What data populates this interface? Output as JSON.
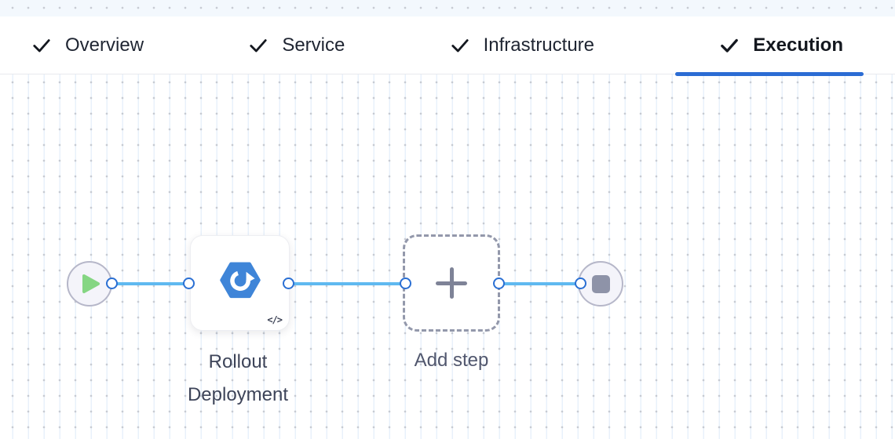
{
  "tabs": {
    "items": [
      {
        "label": "Overview",
        "checked": true,
        "active": false
      },
      {
        "label": "Service",
        "checked": true,
        "active": false
      },
      {
        "label": "Infrastructure",
        "checked": true,
        "active": false
      },
      {
        "label": "Execution",
        "checked": true,
        "active": true
      }
    ]
  },
  "canvas": {
    "start_node": {
      "type": "start",
      "icon": "play-icon"
    },
    "step_node": {
      "label": "Rollout Deployment",
      "icon": "rollout-deployment-icon",
      "code_badge": "</>"
    },
    "add_step_node": {
      "label": "Add step",
      "icon": "plus-icon"
    },
    "end_node": {
      "type": "stop",
      "icon": "stop-icon"
    }
  },
  "colors": {
    "active_tab_underline": "#2b6cd4",
    "connector_line": "#5fb9f0",
    "port_ring": "#2a6fd3",
    "play_green": "#85d683",
    "step_icon_blue": "#3f85d8",
    "stop_gray": "#8e93a8",
    "grid_dot": "#c7cbd3",
    "grid_line": "#e8f1fb"
  }
}
